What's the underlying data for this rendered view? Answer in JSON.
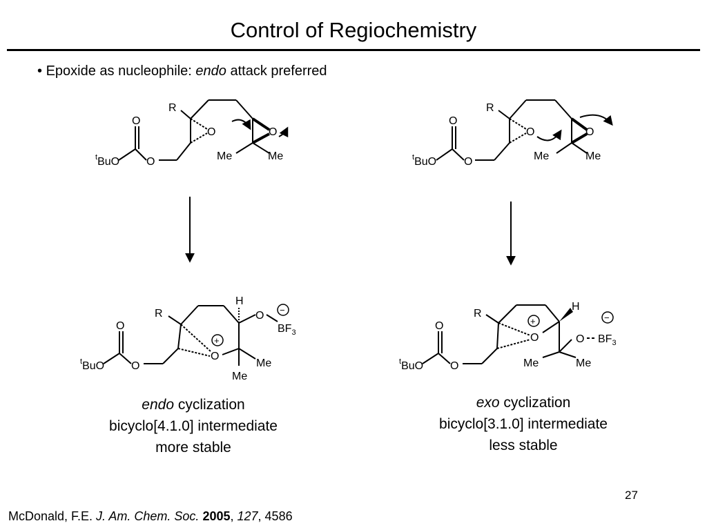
{
  "title": "Control of Regiochemistry",
  "bullet": {
    "marker": "•",
    "prefix": "Epoxide as nucleophile: ",
    "emphasis": "endo",
    "suffix": " attack preferred"
  },
  "labels": {
    "r": "R",
    "o": "O",
    "me": "Me",
    "h": "H",
    "t": "t",
    "bu": "Bu",
    "bf": "BF",
    "sub3": "3",
    "plus": "+",
    "minus": "−"
  },
  "captions": {
    "left": {
      "emphasis": "endo",
      "line1_rest": " cyclization",
      "line2": "bicyclo[4.1.0] intermediate",
      "line3": "more stable"
    },
    "right": {
      "emphasis": "exo",
      "line1_rest": " cyclization",
      "line2": "bicyclo[3.1.0] intermediate",
      "line3": "less stable"
    }
  },
  "page_number": "27",
  "citation": {
    "authors": "McDonald, F.E. ",
    "journal": "J. Am. Chem. Soc.",
    "sep1": " ",
    "year": "2005",
    "sep2": ", ",
    "volume": "127",
    "pages": ", 4586"
  }
}
